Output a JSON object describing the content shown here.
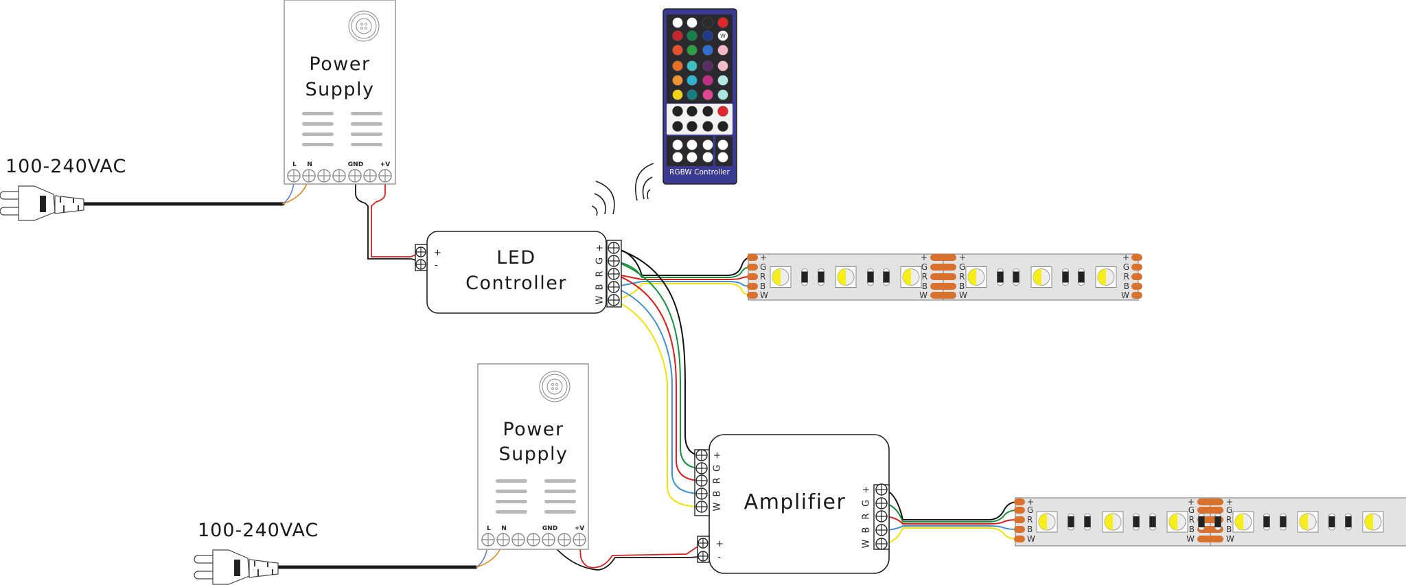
{
  "ac_inputs": [
    {
      "label": "100-240VAC"
    },
    {
      "label": "100-240VAC"
    }
  ],
  "power_supplies": [
    {
      "title_line1": "Power",
      "title_line2": "Supply",
      "terminal_labels": {
        "l": "L",
        "n": "N",
        "gnd": "GND",
        "v": "+V"
      }
    },
    {
      "title_line1": "Power",
      "title_line2": "Supply",
      "terminal_labels": {
        "l": "L",
        "n": "N",
        "gnd": "GND",
        "v": "+V"
      }
    }
  ],
  "led_controller": {
    "title_line1": "LED",
    "title_line2": "Controller",
    "input_terminals": [
      "+",
      "-"
    ],
    "output_terminals": [
      "+",
      "G",
      "R",
      "B",
      "W"
    ]
  },
  "remote": {
    "label": "RGBW Controller",
    "body_color": "#3b3a93",
    "color_buttons": [
      [
        "#ffffff",
        "#ffffff",
        "#2b2b2b",
        "#e0262a"
      ],
      [
        "#c4262b",
        "#17804a",
        "#1f3c8c",
        "#ffffff"
      ],
      [
        "#e2512a",
        "#2e9e45",
        "#2f6fd0",
        "#f3b6c6"
      ],
      [
        "#e86f25",
        "#3fc0c0",
        "#5b2b68",
        "#f2bccb"
      ],
      [
        "#f09433",
        "#2fb3d0",
        "#bf2f86",
        "#b4e8e2"
      ],
      [
        "#f2d21a",
        "#137f82",
        "#e24592",
        "#a9e6df"
      ]
    ],
    "button_w_label": "W"
  },
  "amplifier": {
    "title": "Amplifier",
    "input_terminals": [
      "+",
      "G",
      "R",
      "B",
      "W"
    ],
    "power_terminals": [
      "+",
      "-"
    ],
    "output_terminals": [
      "+",
      "G",
      "R",
      "B",
      "W"
    ]
  },
  "led_strips": [
    {
      "pad_labels": [
        "+",
        "G",
        "R",
        "B",
        "W"
      ]
    },
    {
      "pad_labels": [
        "+",
        "G",
        "R",
        "B",
        "W"
      ]
    }
  ],
  "wire_colors": {
    "plus": "#111111",
    "g": "#14923a",
    "r": "#e01b1b",
    "b": "#3d8fd6",
    "w": "#f2e200",
    "live": "#5b7fcf",
    "neutral": "#e8891f",
    "pad": "#d9712e"
  }
}
